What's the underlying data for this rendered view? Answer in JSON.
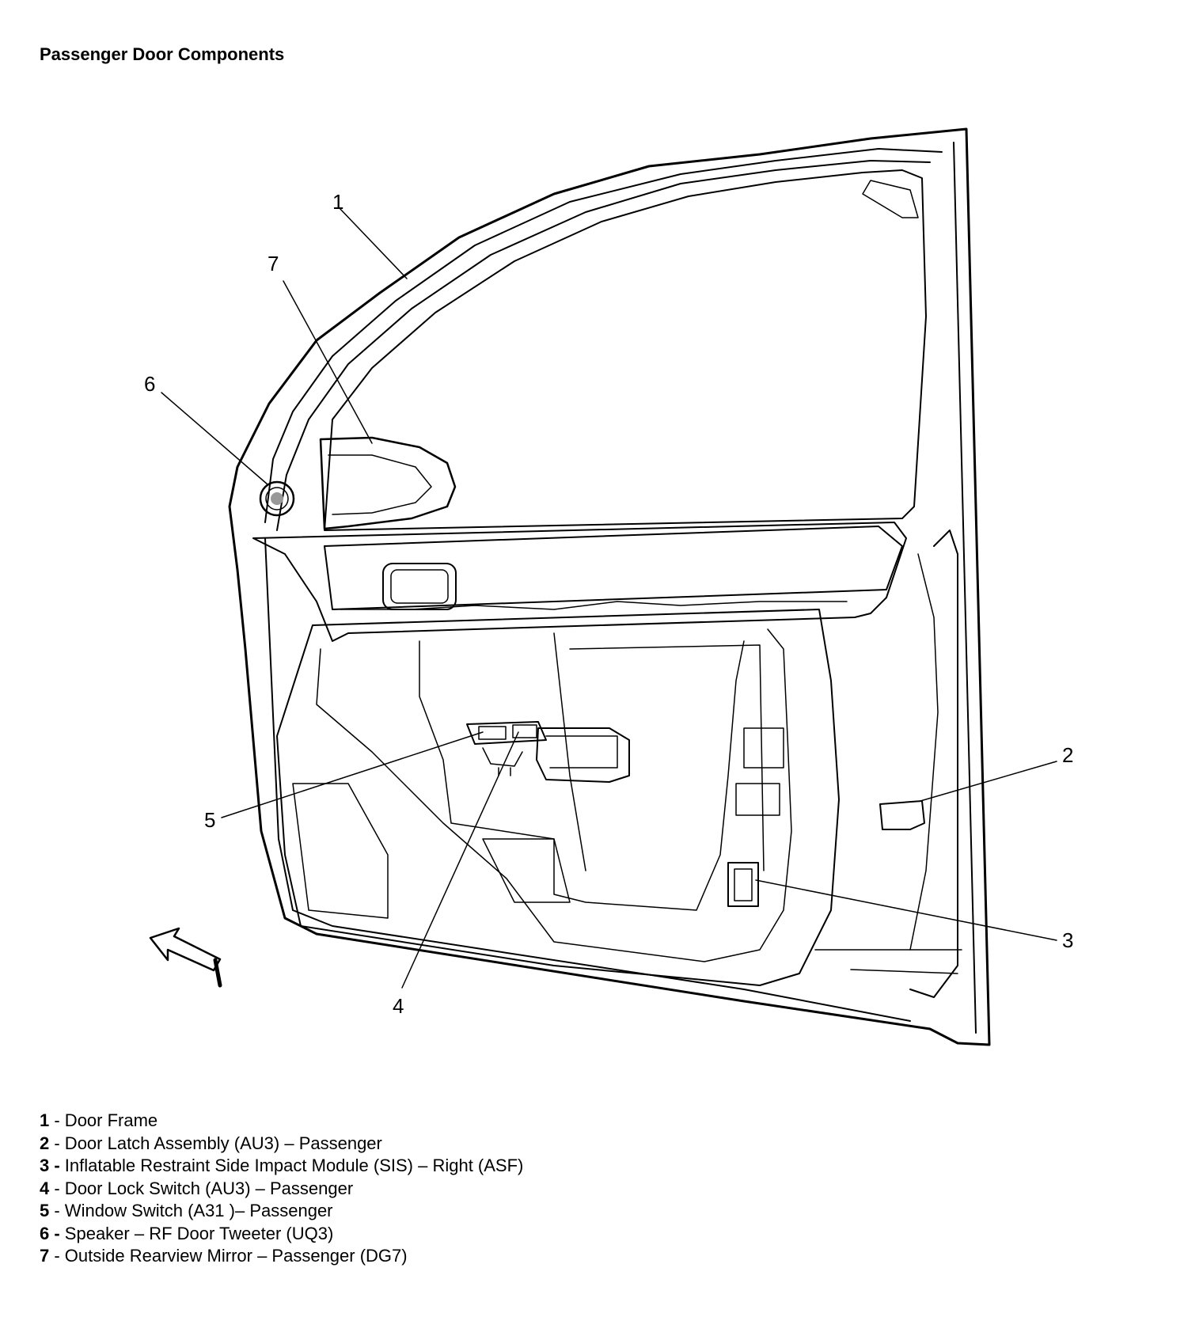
{
  "title": "Passenger Door Components",
  "callouts": [
    "1",
    "2",
    "3",
    "4",
    "5",
    "6",
    "7"
  ],
  "legend": [
    {
      "num": "1",
      "text": " - Door Frame"
    },
    {
      "num": "2",
      "text": " - Door Latch Assembly (AU3) – Passenger"
    },
    {
      "num": "3 -",
      "text": " Inflatable Restraint Side Impact Module (SIS) – Right (ASF)"
    },
    {
      "num": "4",
      "text": " - Door Lock Switch (AU3) – Passenger"
    },
    {
      "num": "5",
      "text": " - Window Switch (A31 )– Passenger"
    },
    {
      "num": "6 -",
      "text": " Speaker – RF Door Tweeter (UQ3)"
    },
    {
      "num": "7",
      "text": " - Outside Rearview Mirror – Passenger (DG7)"
    }
  ]
}
